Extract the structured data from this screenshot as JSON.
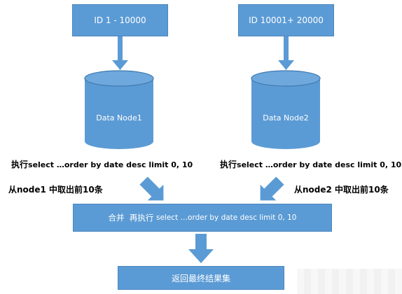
{
  "colors": {
    "accent": "#5b9bd5",
    "accent_dark": "#3f79b0",
    "text": "#000000"
  },
  "left_range": {
    "label": "ID  1 - 10000"
  },
  "right_range": {
    "label": "ID  10001+ 20000"
  },
  "node1": {
    "label": "Data Node1"
  },
  "node2": {
    "label": "Data Node2"
  },
  "left_query": {
    "prefix": "执行",
    "sql": "select …order by date desc limit 0, 10"
  },
  "right_query": {
    "prefix": "执行",
    "sql": "select …order by date desc limit 0, 10"
  },
  "left_fetch": {
    "label": "从node1 中取出前10条"
  },
  "right_fetch": {
    "label": "从node2 中取出前10条"
  },
  "merge": {
    "prefix": "合并  再执行 ",
    "sql": "select …order by date desc limit 0, 10"
  },
  "result": {
    "label": "返回最终结果集"
  }
}
